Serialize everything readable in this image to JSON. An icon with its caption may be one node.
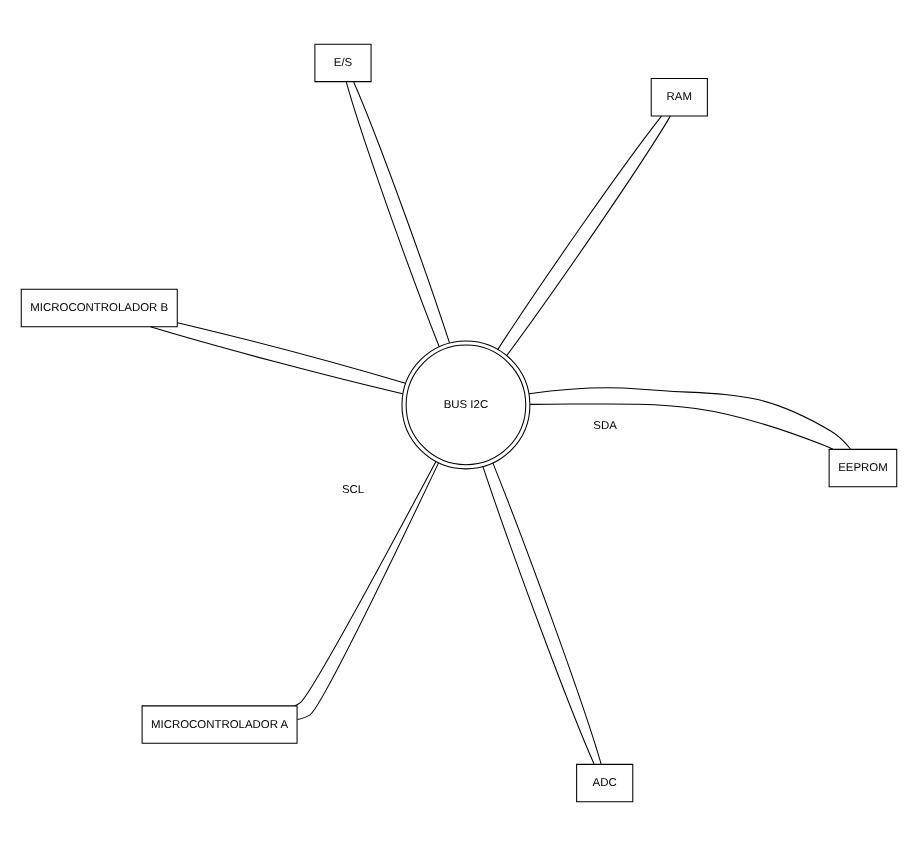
{
  "diagram": {
    "nodes": [
      {
        "text": [
          "MICROCONTROLADOR B"
        ]
      },
      {
        "text": [
          "EEPROM"
        ]
      },
      {
        "text": [
          "ADC"
        ]
      },
      {
        "text": [
          "BUS I2C"
        ]
      },
      {
        "text": [
          "RAM"
        ]
      },
      {
        "text": [
          "E/S"
        ]
      },
      {
        "text": [
          "MICROCONTROLADOR A"
        ]
      }
    ],
    "edges": [
      {
        "from": 0,
        "to": 3,
        "arrow": "none"
      },
      {
        "from": 0,
        "to": 3,
        "arrow": "none"
      },
      {
        "from": 1,
        "to": 3,
        "arrow": "none"
      },
      {
        "from": 1,
        "to": 3,
        "arrow": "none"
      },
      {
        "from": 2,
        "to": 3,
        "arrow": "none"
      },
      {
        "from": 2,
        "to": 3,
        "arrow": "none"
      },
      {
        "from": 4,
        "to": 3,
        "arrow": "none"
      },
      {
        "from": 4,
        "to": 3,
        "arrow": "none"
      },
      {
        "from": 5,
        "to": 3,
        "arrow": "none"
      },
      {
        "from": 5,
        "to": 3,
        "arrow": "none"
      },
      {
        "from": 6,
        "to": 3,
        "arrow": "none"
      },
      {
        "from": 6,
        "to": 3,
        "arrow": "none"
      }
    ],
    "labels": [
      "SDA",
      "SCL"
    ]
  }
}
